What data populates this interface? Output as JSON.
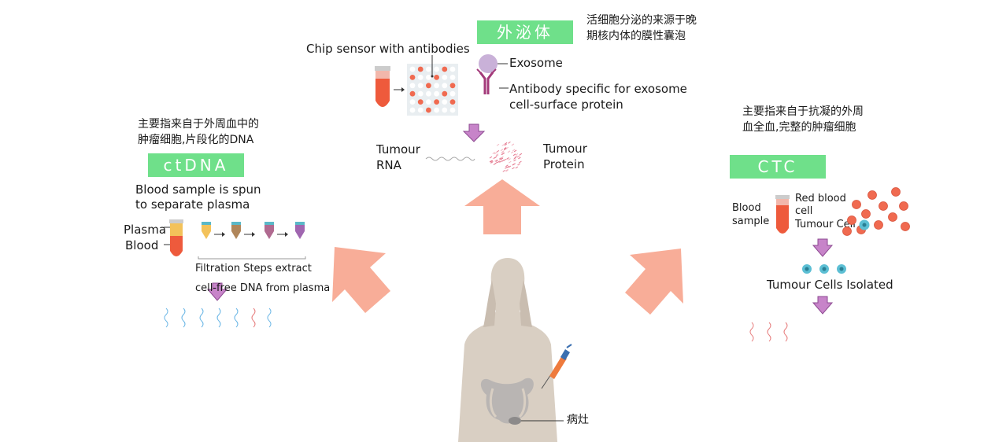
{
  "exosome": {
    "badge": "外泌体",
    "description_line1": "活细胞分泌的来源于晚",
    "description_line2": "期核内体的膜性囊泡",
    "chip_label": "Chip sensor with antibodies",
    "exosome_label": "Exosome",
    "antibody_line1": "Antibody specific for exosome",
    "antibody_line2": "cell-surface protein",
    "rna_line1": "Tumour",
    "rna_line2": "RNA",
    "protein_line1": "Tumour",
    "protein_line2": "Protein"
  },
  "ctdna": {
    "description_line1": "主要指来自于外周血中的",
    "description_line2": "肿瘤细胞,片段化的DNA",
    "badge": "ctDNA",
    "blood_line1": "Blood sample is spun",
    "blood_line2": "to separate plasma",
    "plasma_label": "Plasma",
    "blood_label": "Blood",
    "filtration_line1": "Filtration Steps extract",
    "filtration_line2": "cell-free DNA from plasma"
  },
  "ctc": {
    "description_line1": "主要指来自于抗凝的外周",
    "description_line2": "血全血,完整的肿瘤细胞",
    "badge": "CTC",
    "blood_sample_line1": "Blood",
    "blood_sample_line2": "sample",
    "red_blood_line1": "Red blood",
    "red_blood_line2": "cell",
    "tumour_cell_label": "Tumour Cell",
    "isolated_label": "Tumour Cells Isolated"
  },
  "body": {
    "lesion_label": "病灶"
  },
  "colors": {
    "badge_green": "#6fe08a",
    "arrow_salmon": "#f8ad98",
    "purple_arrow": "#c784c9",
    "tube_orange": "#ee5a3c",
    "red_cell": "#f06a50",
    "tumour_cell_blue": "#5cbfd4",
    "body_skin": "#d9cfc3"
  }
}
